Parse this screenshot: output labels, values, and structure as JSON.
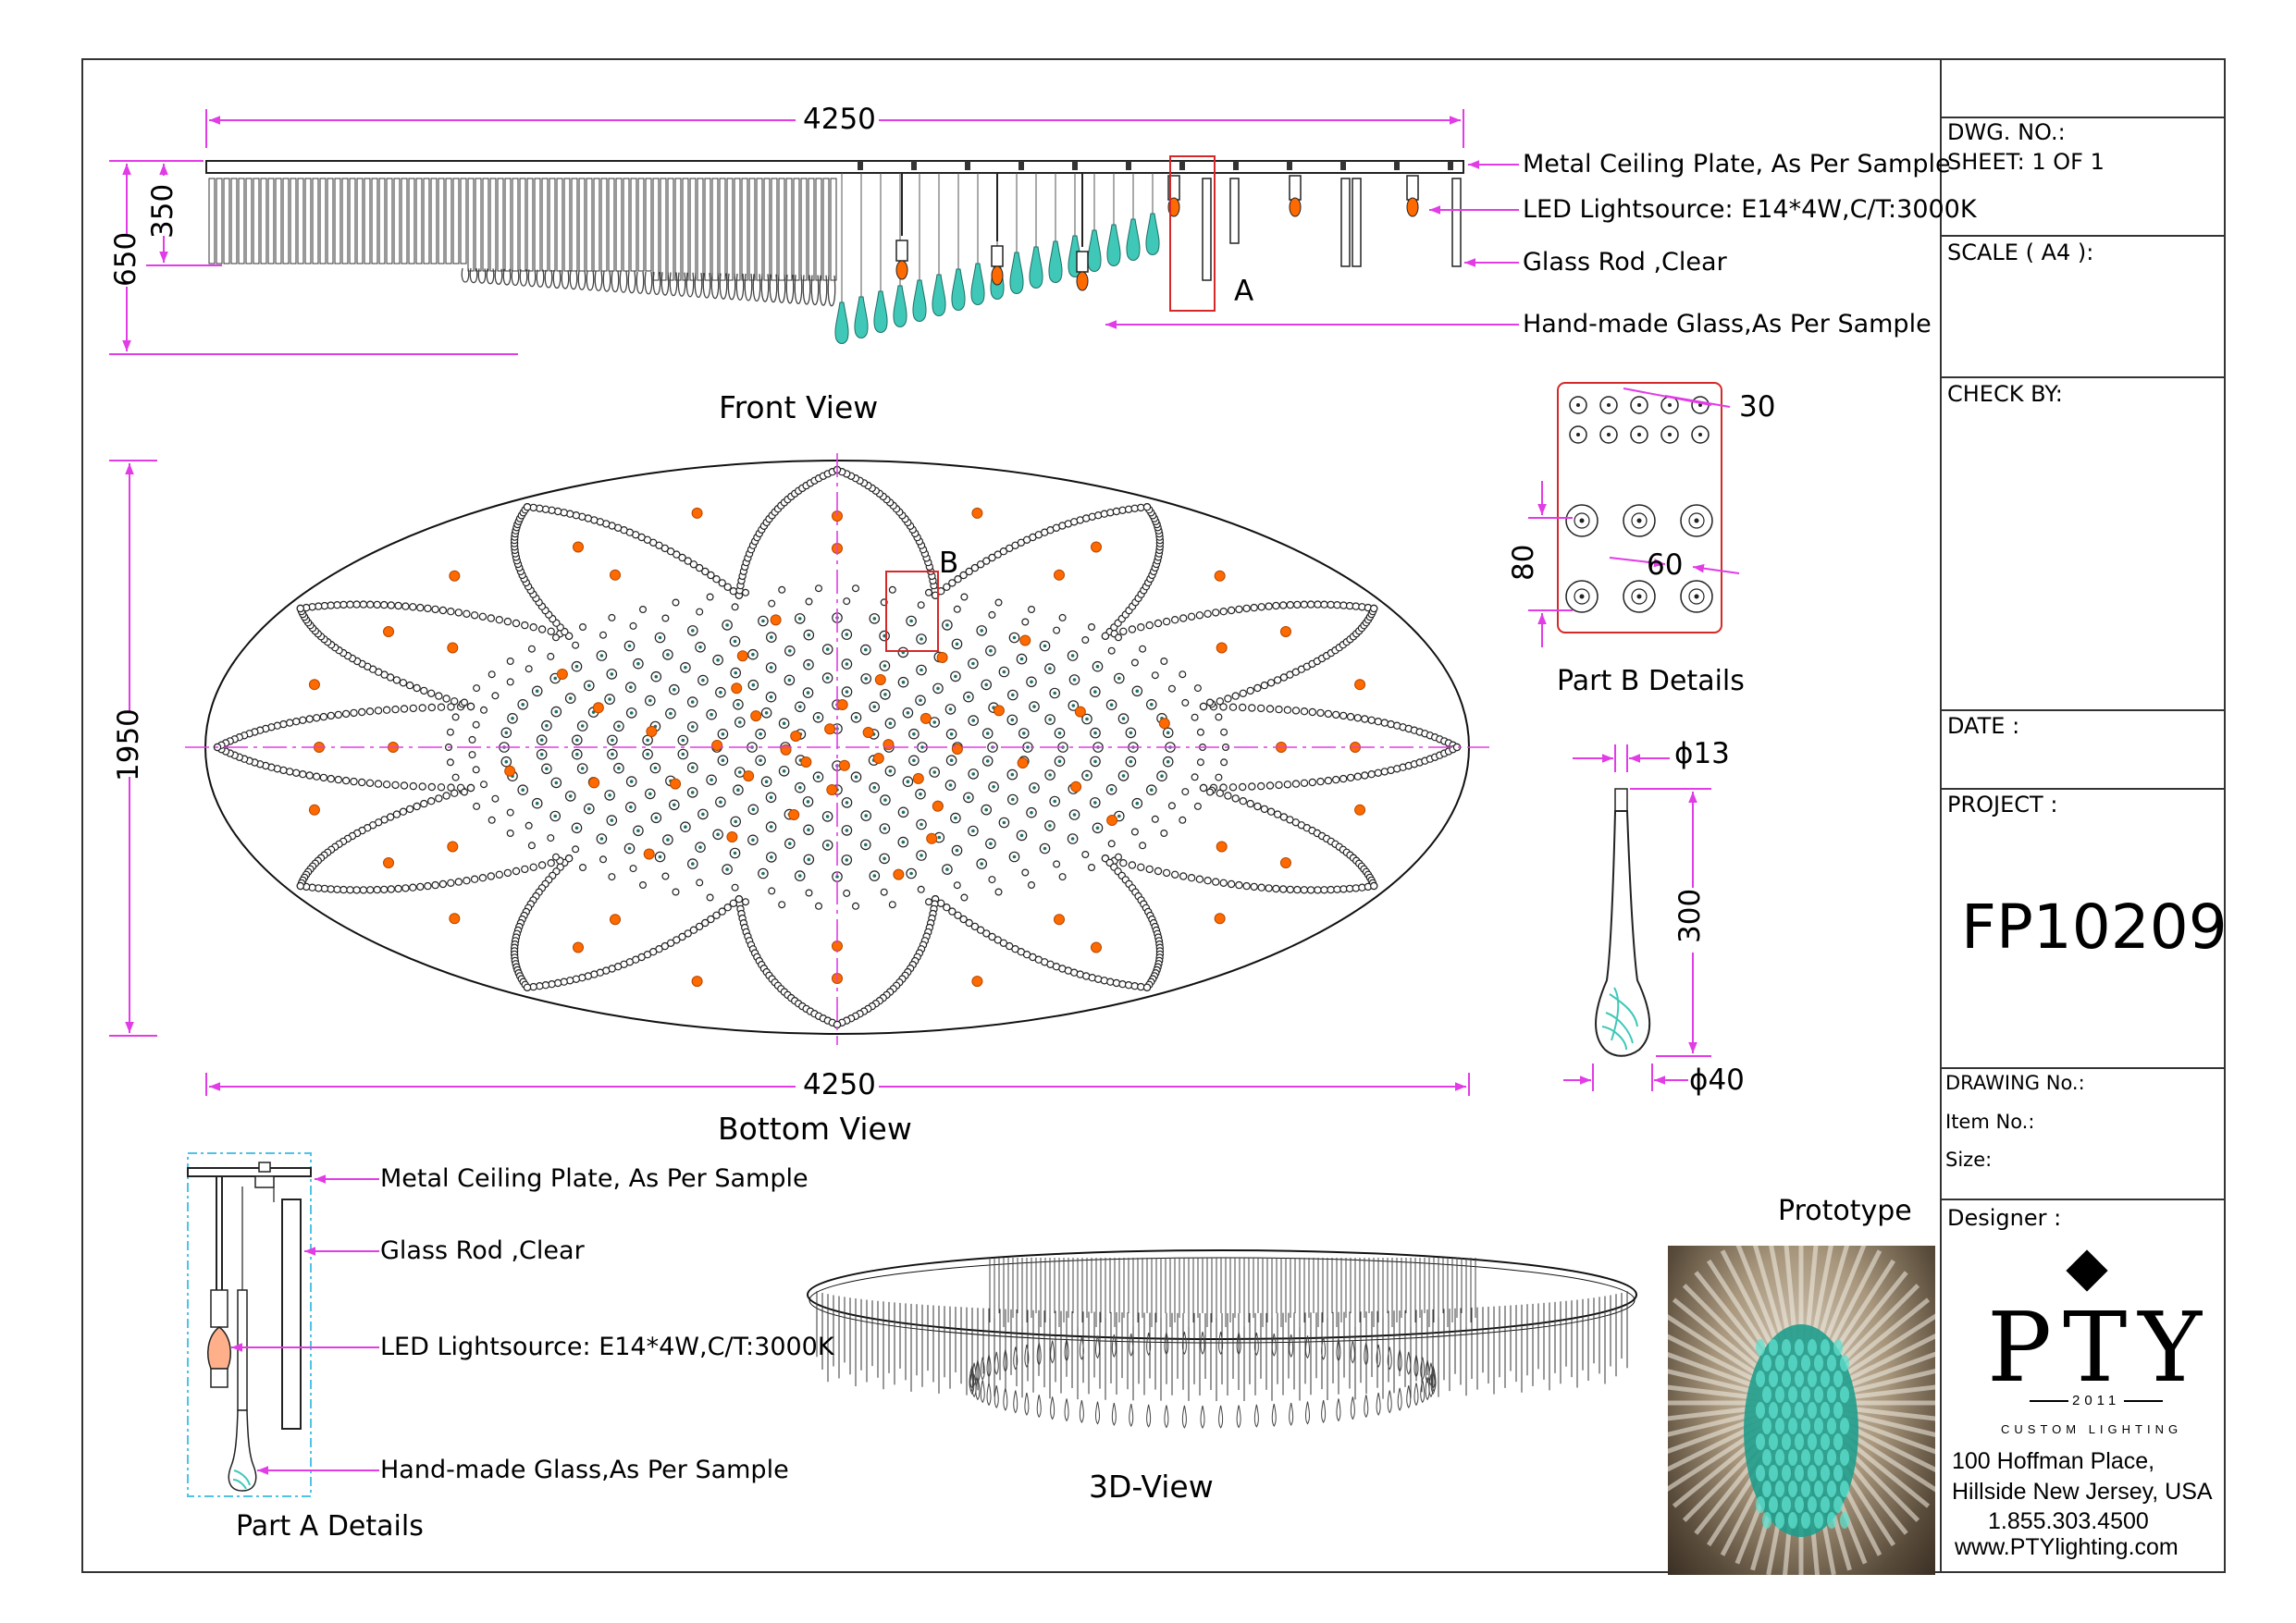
{
  "front_view": {
    "title": "Front View",
    "width": "4250",
    "height_total": "650",
    "height_part": "350",
    "callouts": [
      "Metal Ceiling Plate, As Per Sample",
      "LED Lightsource: E14*4W,C/T:3000K",
      "Glass Rod ,Clear",
      "Hand-made Glass,As Per Sample"
    ],
    "marker": "A"
  },
  "bottom_view": {
    "title": "Bottom View",
    "width": "4250",
    "depth": "1950",
    "marker": "B"
  },
  "part_b": {
    "title": "Part B Details",
    "dims": [
      "30",
      "80",
      "60"
    ]
  },
  "drop": {
    "top_dia": "ϕ13",
    "length": "300",
    "bottom_dia": "ϕ40"
  },
  "part_a": {
    "title": "Part A Details",
    "callouts": [
      "Metal Ceiling Plate, As Per Sample",
      "Glass Rod ,Clear",
      "LED Lightsource: E14*4W,C/T:3000K",
      "Hand-made Glass,As Per Sample"
    ]
  },
  "view_3d": {
    "title": "3D-View"
  },
  "prototype": {
    "title": "Prototype"
  },
  "title_block": {
    "dwg_no": "DWG. NO.:",
    "sheet": "SHEET: 1 OF 1",
    "scale": "SCALE ( A4 ):",
    "check_by": "CHECK BY:",
    "date": "DATE :",
    "project_label": "PROJECT :",
    "project_code": "FP10209",
    "drawing_no": "DRAWING No.:",
    "item_no": "Item No.:",
    "size": "Size:",
    "designer": "Designer :"
  },
  "company": {
    "logo_text": "PTY",
    "logo_year": "2011",
    "logo_tagline": "CUSTOM LIGHTING",
    "address_1": "100 Hoffman Place,",
    "address_2": "Hillside New Jersey, USA",
    "phone": "1.855.303.4500",
    "website": "www.PTYlighting.com"
  },
  "colors": {
    "dimension": "#e23ce6",
    "detail_box": "#d62828",
    "led": "#ff6a00",
    "glass": "#3fc8b8",
    "frame": "#333333"
  }
}
